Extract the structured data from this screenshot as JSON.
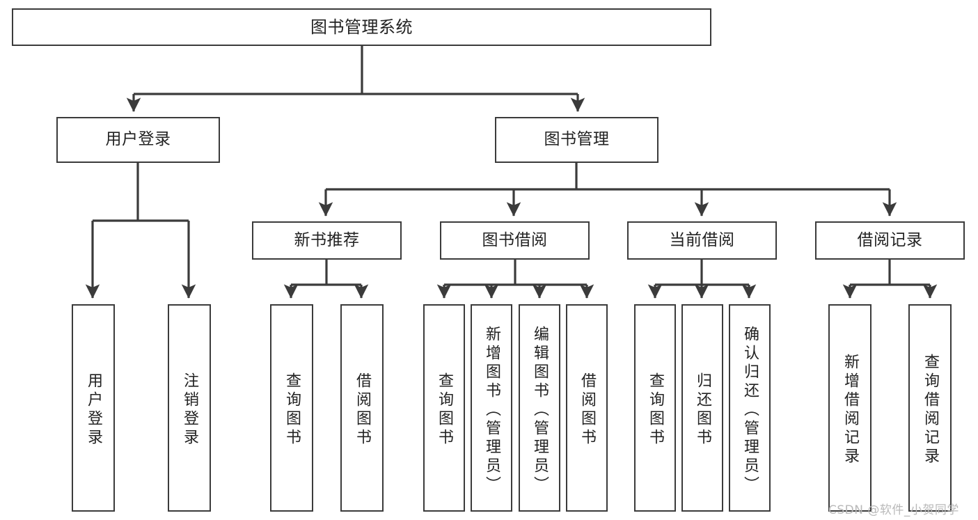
{
  "diagram": {
    "type": "tree-hierarchy",
    "title": "图书管理系统",
    "orientation": "top-down",
    "edge_style": "orthogonal-arrow",
    "colors": {
      "box_border": "#3b3b3b",
      "box_fill": "#ffffff",
      "text": "#222222",
      "line": "#3b3b3b",
      "watermark": "#b9b9b9",
      "background": "#ffffff"
    }
  },
  "nodes": {
    "root": {
      "label": "图书管理系统",
      "level": 1
    },
    "level2": [
      {
        "id": "user-login",
        "label": "用户登录",
        "level": 2
      },
      {
        "id": "book-manage",
        "label": "图书管理",
        "level": 2
      }
    ],
    "level3": [
      {
        "id": "new-book-recommend",
        "label": "新书推荐",
        "level": 3,
        "parent": "book-manage"
      },
      {
        "id": "book-borrow",
        "label": "图书借阅",
        "level": 3,
        "parent": "book-manage"
      },
      {
        "id": "current-borrow",
        "label": "当前借阅",
        "level": 3,
        "parent": "book-manage"
      },
      {
        "id": "borrow-record",
        "label": "借阅记录",
        "level": 3,
        "parent": "book-manage"
      }
    ],
    "leaves": [
      {
        "id": "leaf-user-login",
        "label": "用户登录",
        "parent": "user-login"
      },
      {
        "id": "leaf-user-logout",
        "label": "注销登录",
        "parent": "user-login"
      },
      {
        "id": "leaf-query-book-1",
        "label": "查询图书",
        "parent": "new-book-recommend"
      },
      {
        "id": "leaf-borrow-book-1",
        "label": "借阅图书",
        "parent": "new-book-recommend"
      },
      {
        "id": "leaf-query-book-2",
        "label": "查询图书",
        "parent": "book-borrow"
      },
      {
        "id": "leaf-add-book",
        "label": "新增图书（管理员）",
        "parent": "book-borrow"
      },
      {
        "id": "leaf-edit-book",
        "label": "编辑图书（管理员）",
        "parent": "book-borrow"
      },
      {
        "id": "leaf-borrow-book-2",
        "label": "借阅图书",
        "parent": "book-borrow"
      },
      {
        "id": "leaf-query-book-3",
        "label": "查询图书",
        "parent": "current-borrow"
      },
      {
        "id": "leaf-return-book",
        "label": "归还图书",
        "parent": "current-borrow"
      },
      {
        "id": "leaf-confirm-return",
        "label": "确认归还（管理员）",
        "parent": "current-borrow"
      },
      {
        "id": "leaf-add-record",
        "label": "新增借阅记录",
        "parent": "borrow-record"
      },
      {
        "id": "leaf-query-record",
        "label": "查询借阅记录",
        "parent": "borrow-record"
      }
    ]
  },
  "watermark": {
    "text": "CSDN @软件_小贺同学"
  }
}
